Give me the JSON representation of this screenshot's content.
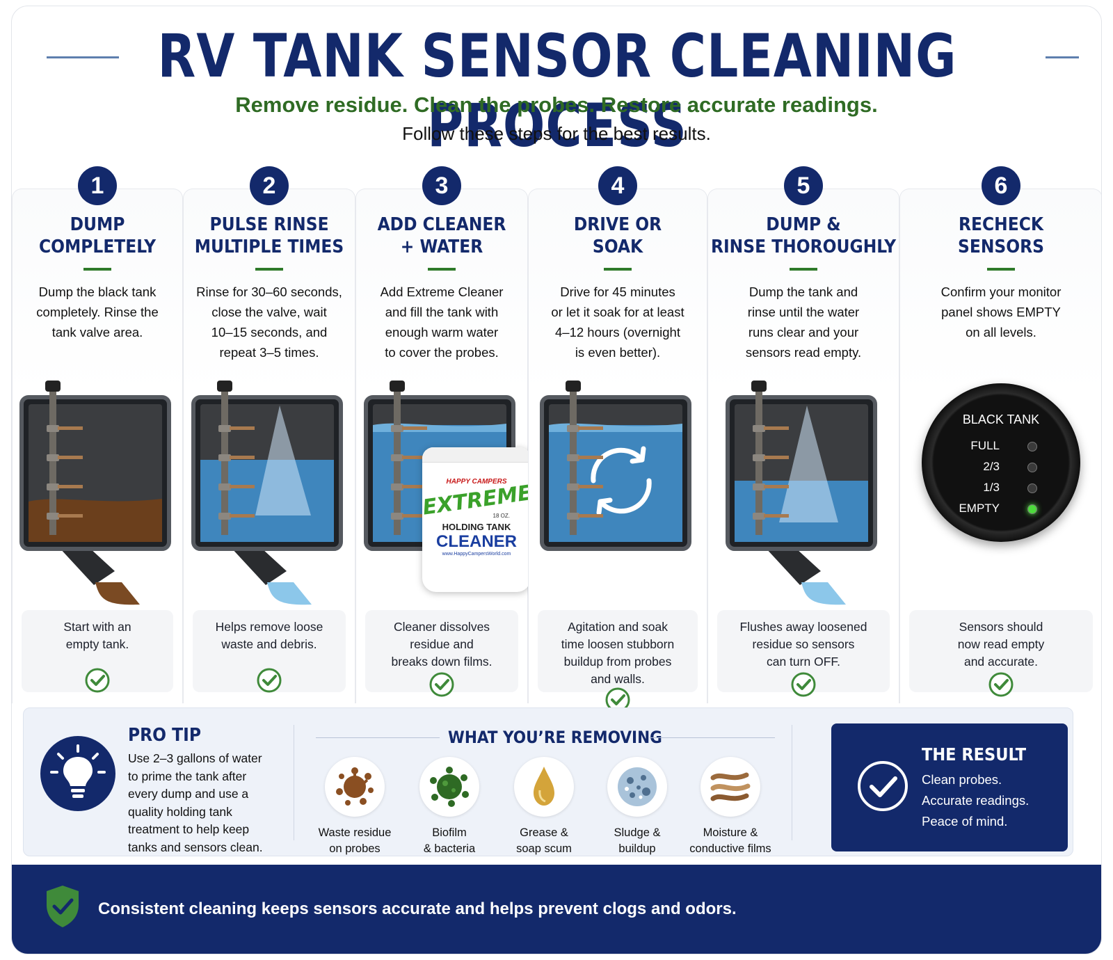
{
  "header": {
    "title": "RV TANK SENSOR CLEANING PROCESS",
    "subtitle": "Remove residue. Clean the probes. Restore accurate readings.",
    "subtitle2": "Follow these steps for the best results."
  },
  "steps": [
    {
      "num": "1",
      "title_lines": [
        "DUMP",
        "COMPLETELY"
      ],
      "body_lines": [
        "Dump the black tank",
        "completely. Rinse the",
        "tank valve area."
      ],
      "note_lines": [
        "Start with an",
        "empty tank."
      ],
      "check_icon": "check-circle-icon"
    },
    {
      "num": "2",
      "title_lines": [
        "PULSE RINSE",
        "MULTIPLE TIMES"
      ],
      "body_lines": [
        "Rinse for 30–60 seconds,",
        "close the valve, wait",
        "10–15 seconds, and",
        "repeat 3–5 times."
      ],
      "note_lines": [
        "Helps remove loose",
        "waste and debris."
      ],
      "check_icon": "check-circle-icon"
    },
    {
      "num": "3",
      "title_lines": [
        "ADD CLEANER",
        "+ WATER"
      ],
      "body_lines": [
        "Add Extreme Cleaner",
        "and fill the tank with",
        "enough warm water",
        "to cover the probes."
      ],
      "note_lines": [
        "Cleaner dissolves",
        "residue and",
        "breaks down films."
      ],
      "check_icon": "check-circle-icon"
    },
    {
      "num": "4",
      "title_lines": [
        "DRIVE OR",
        "SOAK"
      ],
      "body_lines": [
        "Drive for  45  minutes",
        "or let it soak for at least",
        "4–12 hours (overnight",
        "is even better)."
      ],
      "note_lines": [
        "Agitation and soak",
        "time loosen stubborn",
        "buildup from probes",
        "and walls."
      ],
      "check_icon": "check-circle-icon"
    },
    {
      "num": "5",
      "title_lines": [
        "DUMP &",
        "RINSE THOROUGHLY"
      ],
      "body_lines": [
        "Dump the tank and",
        "rinse until the water",
        "runs clear and your",
        "sensors read empty."
      ],
      "note_lines": [
        "Flushes away loosened",
        "residue so sensors",
        "can turn OFF."
      ],
      "check_icon": "check-circle-icon"
    },
    {
      "num": "6",
      "title_lines": [
        "RECHECK",
        "SENSORS"
      ],
      "body_lines": [
        "Confirm your monitor",
        "panel shows EMPTY",
        "on all levels."
      ],
      "note_lines": [
        "Sensors should",
        "now read empty",
        "and accurate."
      ],
      "check_icon": "check-circle-icon"
    }
  ],
  "product": {
    "brand": "HAPPY CAMPERS",
    "name": "EXTREME",
    "size": "18 OZ.",
    "line1": "HOLDING TANK",
    "line2": "CLEANER",
    "url": "www.HappyCampersWorld.com"
  },
  "monitor": {
    "title": "BLACK TANK",
    "levels": [
      {
        "label": "FULL",
        "lit": false
      },
      {
        "label": "2/3",
        "lit": false
      },
      {
        "label": "1/3",
        "lit": false
      },
      {
        "label": "EMPTY",
        "lit": true
      }
    ],
    "lit_color": "#4ddc3c"
  },
  "pro_tip": {
    "icon": "lightbulb-icon",
    "title": "PRO TIP",
    "text_lines": [
      "Use 2–3 gallons of water",
      "to prime the tank after",
      "every dump and use a",
      "quality holding tank",
      "treatment to help keep",
      "tanks and sensors clean."
    ]
  },
  "removing": {
    "title": "WHAT YOU’RE REMOVING",
    "items": [
      {
        "icon": "waste-splat-icon",
        "lines": [
          "Waste residue",
          "on probes"
        ]
      },
      {
        "icon": "biofilm-icon",
        "lines": [
          "Biofilm",
          "& bacteria"
        ]
      },
      {
        "icon": "grease-drop-icon",
        "lines": [
          "Grease &",
          "soap scum"
        ]
      },
      {
        "icon": "sludge-icon",
        "lines": [
          "Sludge &",
          "buildup"
        ]
      },
      {
        "icon": "film-layers-icon",
        "lines": [
          "Moisture &",
          "conductive films"
        ]
      }
    ]
  },
  "result": {
    "icon": "check-circle-icon",
    "title": "THE RESULT",
    "lines": [
      "Clean probes.",
      "Accurate readings.",
      "Peace of mind."
    ]
  },
  "footer": {
    "icon": "shield-check-icon",
    "text": "Consistent cleaning keeps sensors accurate and helps prevent clogs and odors."
  },
  "colors": {
    "navy": "#13296b",
    "green": "#2f7a2a",
    "water": "#4c92c6",
    "sludge": "#7a4a23"
  }
}
